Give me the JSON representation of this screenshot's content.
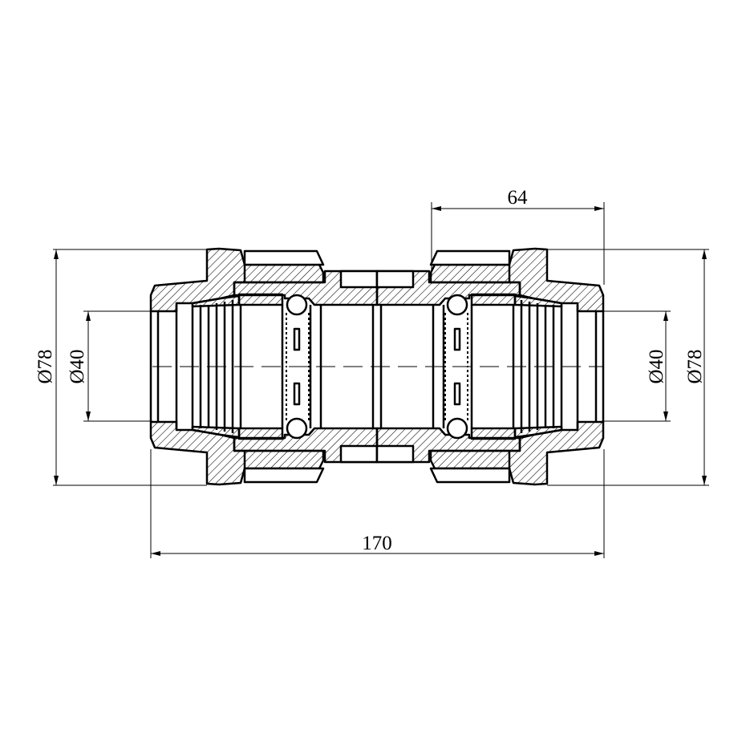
{
  "drawing": {
    "title": "Compression coupling cross-section",
    "dimensions": {
      "top_length": "64",
      "overall_length": "170",
      "left_outer_diameter": "Ø78",
      "left_inner_diameter": "Ø40",
      "right_inner_diameter": "Ø40",
      "right_outer_diameter": "Ø78"
    }
  }
}
